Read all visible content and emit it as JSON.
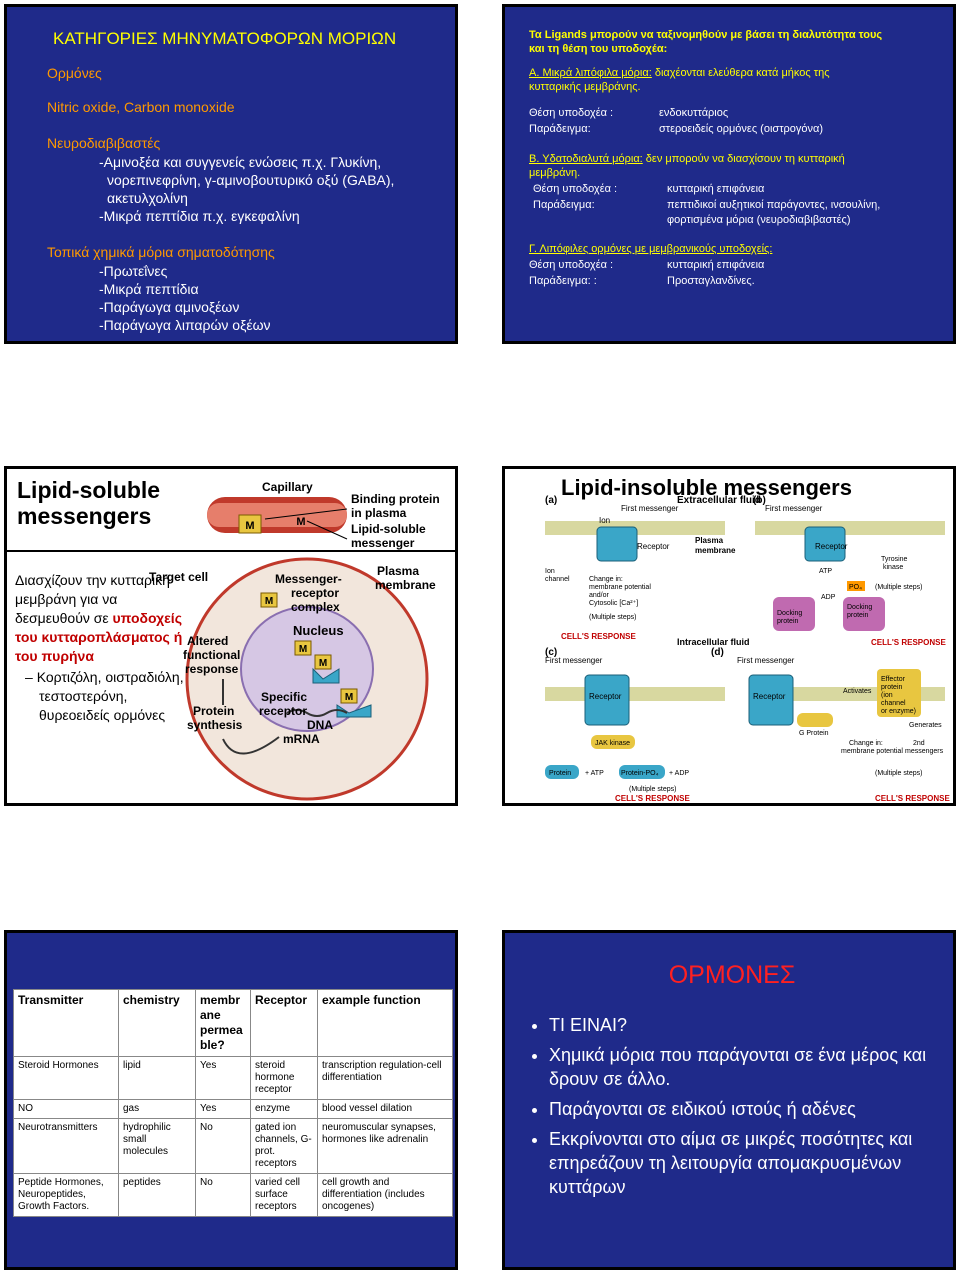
{
  "slide1": {
    "title": "ΚΑΤΗΓΟΡΙΕΣ ΜΗΝΥΜΑΤΟΦΟΡΩΝ ΜΟΡΙΩΝ",
    "hormones": "Ορμόνες",
    "gases": "Nitric oxide, Carbon monoxide",
    "neuro": "Νευροδιαβιβαστές",
    "aa1": "-Αμινοξέα και συγγενείς ενώσεις π.χ. Γλυκίνη,",
    "aa2": "νορεπινεφρίνη, γ-αμινοβουτυρικό οξύ (GABA),",
    "aa3": "ακετυλχολίνη",
    "pep": "-Μικρά πεπτίδια π.χ. εγκεφαλίνη",
    "local": "Τοπικά χημικά μόρια σηματοδότησης",
    "l1": "-Πρωτεΐνες",
    "l2": "-Μικρά πεπτίδια",
    "l3": "-Παράγωγα αμινοξέων",
    "l4": "-Παράγωγα λιπαρών οξέων"
  },
  "slide2": {
    "h1": "Τα Ligands μπορούν να ταξινομηθούν με βάσει τη διαλυτότητα τους",
    "h2": "και τη θέση του υποδοχέα:",
    "a_head": "Α. Μικρά λιπόφιλα μόρια:",
    "a_text": " διαχέονται ελεύθερα κατά μήκος της",
    "a_text2": "κυτταρικής μεμβράνης.",
    "a_pos_label": "Θέση υποδοχέα :",
    "a_pos": "ενδοκυττάριος",
    "a_ex_label": "Παράδειγμα:",
    "a_ex": "στεροειδείς ορμόνες (οιστρογόνα)",
    "b_head": "Β. Υδατοδιαλυτά μόρια:",
    "b_text": " δεν μπορούν να διασχίσουν τη κυτταρική",
    "b_text2": "μεμβράνη.",
    "b_pos_label": "Θέση υποδοχέα :",
    "b_pos": "κυτταρική επιφάνεια",
    "b_ex_label": "Παράδειγμα:",
    "b_ex": "πεπτιδικοί αυξητικοί παράγοντες, ινσουλίνη,",
    "b_ex2": "φορτισμένα μόρια (νευροδιαβιβαστές)",
    "c_head": "Γ. Λιπόφιλες ορμόνες με μεμβρανικούς υποδοχείς:",
    "c_pos_label": "Θέση υποδοχέα :",
    "c_pos": "κυτταρική επιφάνεια",
    "c_ex_label": "Παράδειγμα: :",
    "c_ex": "Προσταγλανδίνες."
  },
  "slide3": {
    "title": "Lipid-soluble messengers",
    "bullet": "Διασχίζουν την κυτταρική μεμβράνη για να δεσμευθούν σε",
    "bullet_red": "υποδοχείς του κυτταροπλάσματος ή του πυρήνα",
    "sub": "Κορτιζόλη, οιστραδιόλη, τεστοστερόνη, θυρεοειδείς ορμόνες",
    "fig": {
      "capillary": "Capillary",
      "binding1": "Binding protein",
      "binding2": "in plasma",
      "lipid1": "Lipid-soluble",
      "lipid2": "messenger",
      "target": "Target cell",
      "mr1": "Messenger-",
      "mr2": "receptor",
      "mr3": "complex",
      "plasma1": "Plasma",
      "plasma2": "membrane",
      "nucleus": "Nucleus",
      "altered1": "Altered",
      "altered2": "functional",
      "altered3": "response",
      "protein1": "Protein",
      "protein2": "synthesis",
      "specific1": "Specific",
      "specific2": "receptor",
      "dna": "DNA",
      "mrna": "mRNA",
      "m": "M"
    }
  },
  "slide4": {
    "title": "Lipid-insoluble messengers",
    "fig": {
      "a": "(a)",
      "b": "(b)",
      "c": "(c)",
      "d": "(d)",
      "extracellular": "Extracellular fluid",
      "first": "First messenger",
      "ion": "Ion",
      "receptor": "Receptor",
      "plasma1": "Plasma",
      "plasma2": "membrane",
      "ion_channel1": "Ion",
      "ion_channel2": "channel",
      "change1": "Change in:",
      "change2": "membrane potential",
      "change3": "and/or",
      "change4": "Cytosolic [Ca²⁺]",
      "multiple": "(Multiple steps)",
      "cells_response": "CELL'S RESPONSE",
      "tyrosine1": "Tyrosine",
      "tyrosine2": "kinase",
      "atp": "ATP",
      "adp": "ADP",
      "po4": "PO₄",
      "docking1": "Docking",
      "docking2": "protein",
      "intracellular": "Intracellular fluid",
      "jak": "JAK kinase",
      "protein": "Protein",
      "plus_atp": "+ ATP",
      "protein_po4": "Protein-PO₄",
      "plus_adp": "+ ADP",
      "activates": "Activates",
      "gprotein": "G Protein",
      "effector1": "Effector",
      "effector2": "protein",
      "effector3": "(ion",
      "effector4": "channel",
      "effector5": "or enzyme)",
      "generates": "Generates",
      "second1": "2nd",
      "second2": "messengers",
      "chmem1": "Change in:",
      "chmem2": "membrane potential"
    }
  },
  "slide5": {
    "headers": [
      "Transmitter",
      "chemistry",
      "membr ane permea ble?",
      "Receptor",
      "example function"
    ],
    "rows": [
      [
        "Steroid Hormones",
        "lipid",
        "Yes",
        "steroid hormone receptor",
        "transcription regulation-cell differentiation"
      ],
      [
        "NO",
        "gas",
        "Yes",
        "enzyme",
        "blood vessel dilation"
      ],
      [
        "Neurotransmitters",
        "hydrophilic small molecules",
        "No",
        "gated ion channels, G-prot. receptors",
        "neuromuscular synapses, hormones like adrenalin"
      ],
      [
        "Peptide Hormones, Neuropeptides, Growth Factors.",
        "peptides",
        "No",
        "varied cell surface receptors",
        "cell growth and differentiation (includes oncogenes)"
      ]
    ]
  },
  "slide6": {
    "title": "ΟΡΜΟΝΕΣ",
    "bullets": [
      "ΤΙ ΕΙΝΑΙ?",
      "Χημικά μόρια που παράγονται σε ένα μέρος και δρουν σε άλλο.",
      "Παράγονται σε ειδικού ιστούς ή αδένες",
      "Εκκρίνονται στο αίμα σε μικρές ποσότητες και επηρεάζουν τη λειτουργία απομακρυσμένων κυττάρων"
    ]
  },
  "colors": {
    "slide_bg": "#1f2a8a",
    "title_yellow": "#ffff00",
    "accent_orange": "#ff9900",
    "response_red": "#c00000",
    "receptor_blue": "#3aa6c8",
    "capillary_red": "#c0392b",
    "ormones_red": "#ff2020"
  }
}
